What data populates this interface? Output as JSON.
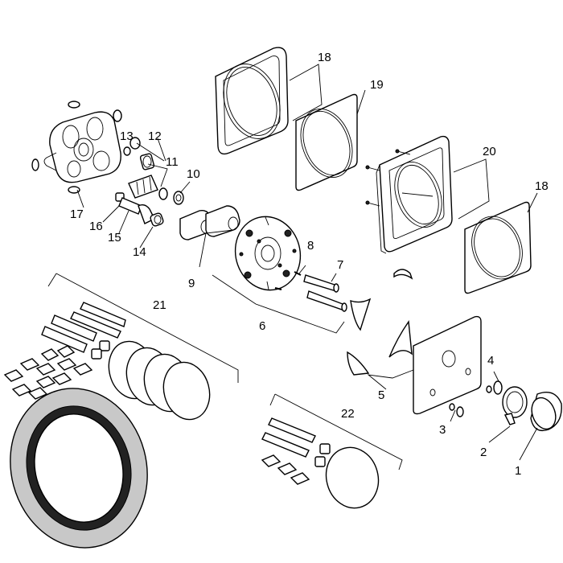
{
  "callouts": {
    "c1": "1",
    "c2": "2",
    "c3": "3",
    "c4": "4",
    "c5": "5",
    "c6": "6",
    "c7": "7",
    "c8": "8",
    "c9": "9",
    "c10": "10",
    "c11": "11",
    "c12": "12",
    "c13": "13",
    "c14": "14",
    "c15": "15",
    "c16": "16",
    "c17": "17",
    "c18a": "18",
    "c18b": "18",
    "c19": "19",
    "c20": "20",
    "c21": "21",
    "c22": "22"
  }
}
